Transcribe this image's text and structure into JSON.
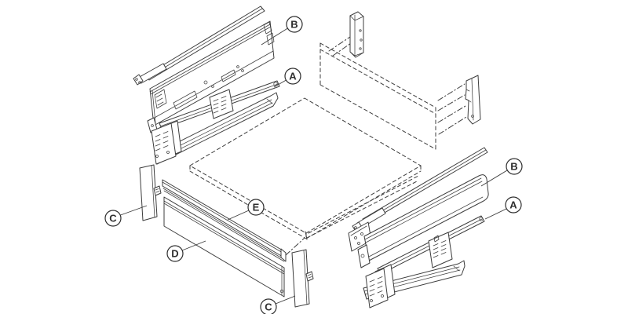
{
  "diagram": {
    "colors": {
      "background": "#ffffff",
      "line": "#3d3d3d",
      "label_text": "#2e2e2e"
    },
    "labels": [
      {
        "id": "label-b-upper-left",
        "text": "B"
      },
      {
        "id": "label-a-upper-left",
        "text": "A"
      },
      {
        "id": "label-c-left",
        "text": "C"
      },
      {
        "id": "label-e-front-rail",
        "text": "E"
      },
      {
        "id": "label-d-front-panel",
        "text": "D"
      },
      {
        "id": "label-c-lower-right",
        "text": "C"
      },
      {
        "id": "label-b-right",
        "text": "B"
      },
      {
        "id": "label-a-right",
        "text": "A"
      }
    ]
  }
}
